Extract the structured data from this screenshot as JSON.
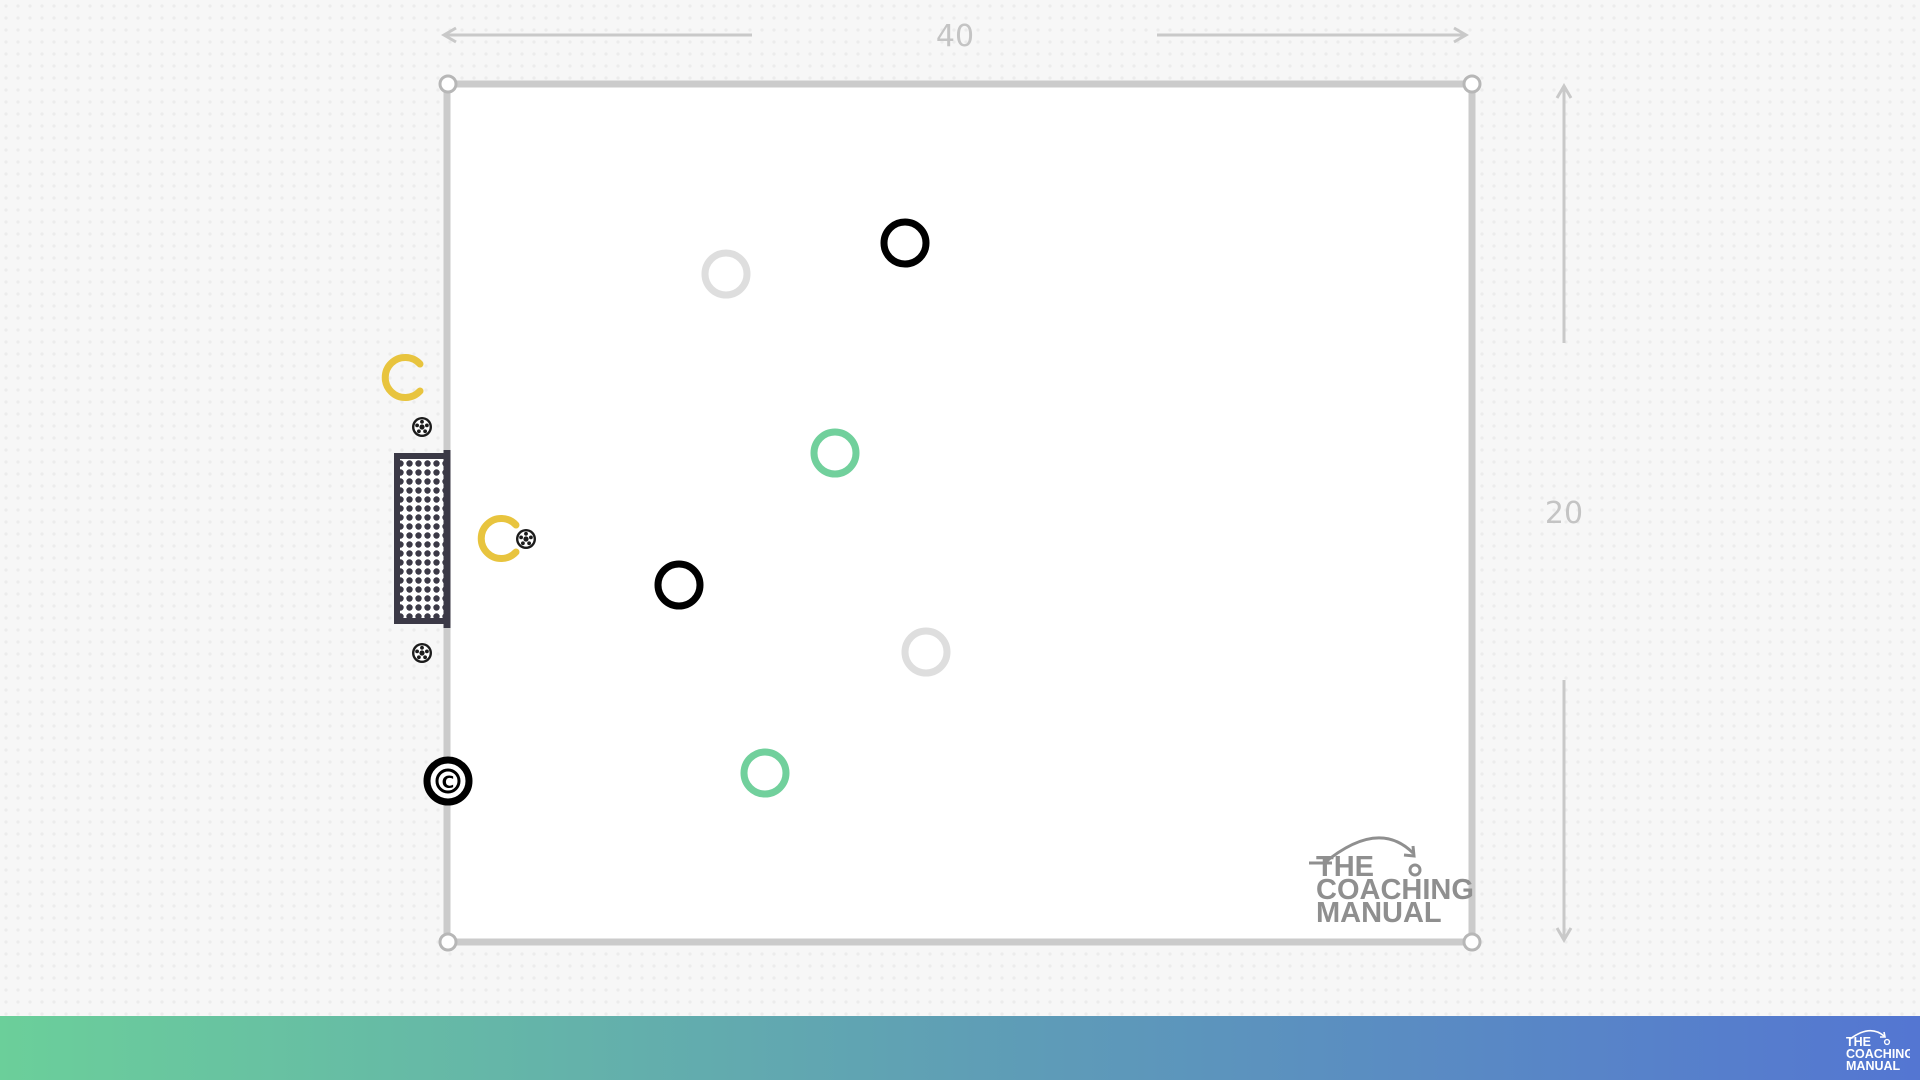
{
  "diagram": {
    "title": "",
    "dimensions": {
      "width_label": "40",
      "height_label": "20"
    },
    "watermark": {
      "lines": [
        "THE",
        "COACHING",
        "MANUAL"
      ]
    },
    "footer": {
      "logo_lines": [
        "THE",
        "COACHING",
        "MANUAL"
      ]
    },
    "colors": {
      "pitch_line": "#cbcbcb",
      "team_black": "#000000",
      "team_grey": "#dedede",
      "team_green": "#71d09c",
      "server_yellow": "#e8c43e",
      "goal": "#3b3946",
      "footer_gradient": [
        "#6bcf9a",
        "#5476d2"
      ]
    },
    "players": [
      {
        "id": "black-player-1",
        "team": "black",
        "icon": "ring"
      },
      {
        "id": "black-player-2",
        "team": "black",
        "icon": "ring"
      },
      {
        "id": "black-coach",
        "team": "black",
        "icon": "coach-ring",
        "label": "C"
      },
      {
        "id": "grey-player-1",
        "team": "grey",
        "icon": "ring"
      },
      {
        "id": "grey-player-2",
        "team": "grey",
        "icon": "ring"
      },
      {
        "id": "green-player-1",
        "team": "green",
        "icon": "ring"
      },
      {
        "id": "green-player-2",
        "team": "green",
        "icon": "ring"
      },
      {
        "id": "yellow-server-1",
        "team": "yellow",
        "icon": "open-ring"
      },
      {
        "id": "yellow-server-2",
        "team": "yellow",
        "icon": "open-ring"
      }
    ],
    "balls": [
      {
        "id": "ball-1",
        "icon": "soccer-ball-icon"
      },
      {
        "id": "ball-2",
        "icon": "soccer-ball-icon"
      },
      {
        "id": "ball-3",
        "icon": "soccer-ball-icon"
      }
    ],
    "goal": {
      "icon": "goal-net-icon"
    }
  }
}
